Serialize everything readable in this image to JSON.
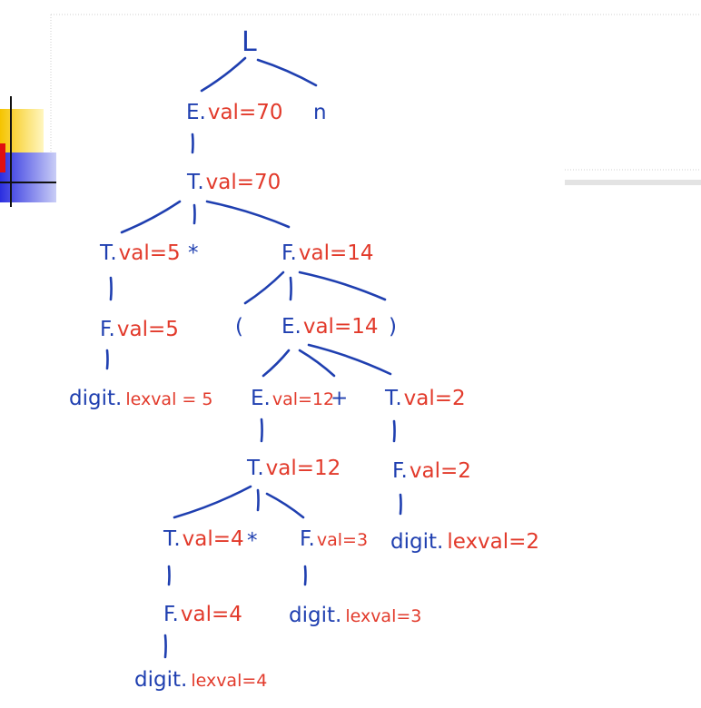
{
  "colors": {
    "symbol": "#1f3fb0",
    "attribute": "#e23a2b",
    "logo_yellow": "#f5c400",
    "logo_blue": "#2b2ee0",
    "logo_red": "#e01010"
  },
  "nodes": {
    "root_l": {
      "sym": "L",
      "attr": ""
    },
    "e1": {
      "sym": "E.",
      "attr": "val=70"
    },
    "n": {
      "sym": "n",
      "attr": ""
    },
    "t1": {
      "sym": "T.",
      "attr": "val=70"
    },
    "t2": {
      "sym": "T.",
      "attr": "val=5"
    },
    "star1": {
      "sym": "*",
      "attr": ""
    },
    "f1": {
      "sym": "F.",
      "attr": "val=14"
    },
    "f2": {
      "sym": "F.",
      "attr": "val=5"
    },
    "lparen": {
      "sym": "(",
      "attr": ""
    },
    "e2": {
      "sym": "E.",
      "attr": "val=14"
    },
    "rparen": {
      "sym": ")",
      "attr": ""
    },
    "digit1": {
      "sym": "digit.",
      "attr": "lexval = 5"
    },
    "e3": {
      "sym": "E.",
      "attr": "val=12"
    },
    "plus": {
      "sym": "+",
      "attr": ""
    },
    "t3": {
      "sym": "T.",
      "attr": "val=2"
    },
    "t4": {
      "sym": "T.",
      "attr": "val=12"
    },
    "f3": {
      "sym": "F.",
      "attr": "val=2"
    },
    "t5": {
      "sym": "T.",
      "attr": "val=4"
    },
    "star2": {
      "sym": "*",
      "attr": ""
    },
    "f4": {
      "sym": "F.",
      "attr": "val=3"
    },
    "digit2": {
      "sym": "digit.",
      "attr": "lexval=2"
    },
    "f5": {
      "sym": "F.",
      "attr": "val=4"
    },
    "digit3": {
      "sym": "digit.",
      "attr": "lexval=3"
    },
    "digit4": {
      "sym": "digit.",
      "attr": "lexval=4"
    }
  },
  "edges": [
    [
      "root_l",
      "e1"
    ],
    [
      "root_l",
      "n"
    ],
    [
      "e1",
      "t1"
    ],
    [
      "t1",
      "t2"
    ],
    [
      "t1",
      "star1"
    ],
    [
      "t1",
      "f1"
    ],
    [
      "t2",
      "f2"
    ],
    [
      "f2",
      "digit1"
    ],
    [
      "f1",
      "lparen"
    ],
    [
      "f1",
      "e2"
    ],
    [
      "f1",
      "rparen"
    ],
    [
      "e2",
      "e3"
    ],
    [
      "e2",
      "plus"
    ],
    [
      "e2",
      "t3"
    ],
    [
      "e3",
      "t4"
    ],
    [
      "t3",
      "f3"
    ],
    [
      "f3",
      "digit2"
    ],
    [
      "t4",
      "t5"
    ],
    [
      "t4",
      "star2"
    ],
    [
      "t4",
      "f4"
    ],
    [
      "t5",
      "f5"
    ],
    [
      "f5",
      "digit4"
    ],
    [
      "f4",
      "digit3"
    ]
  ]
}
